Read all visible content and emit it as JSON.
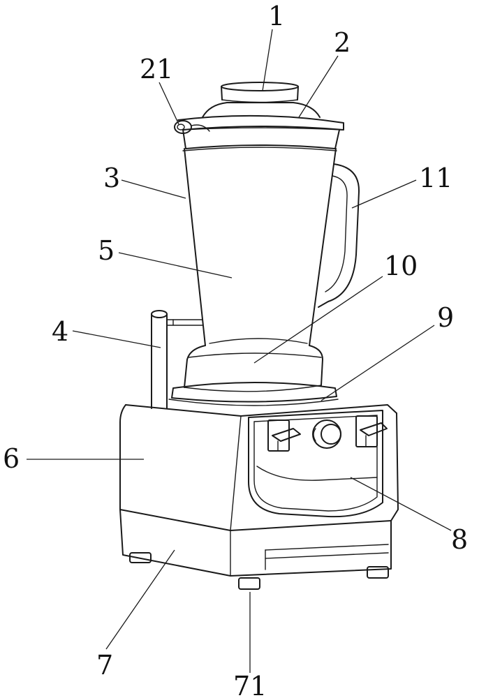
{
  "labels": {
    "l1": "1",
    "l2": "2",
    "l21": "21",
    "l3": "3",
    "l11": "11",
    "l5": "5",
    "l10": "10",
    "l9": "9",
    "l4": "4",
    "l6": "6",
    "l8": "8",
    "l7": "7",
    "l71": "71"
  },
  "colors": {
    "line": "#1a1a1a",
    "background": "#ffffff"
  }
}
